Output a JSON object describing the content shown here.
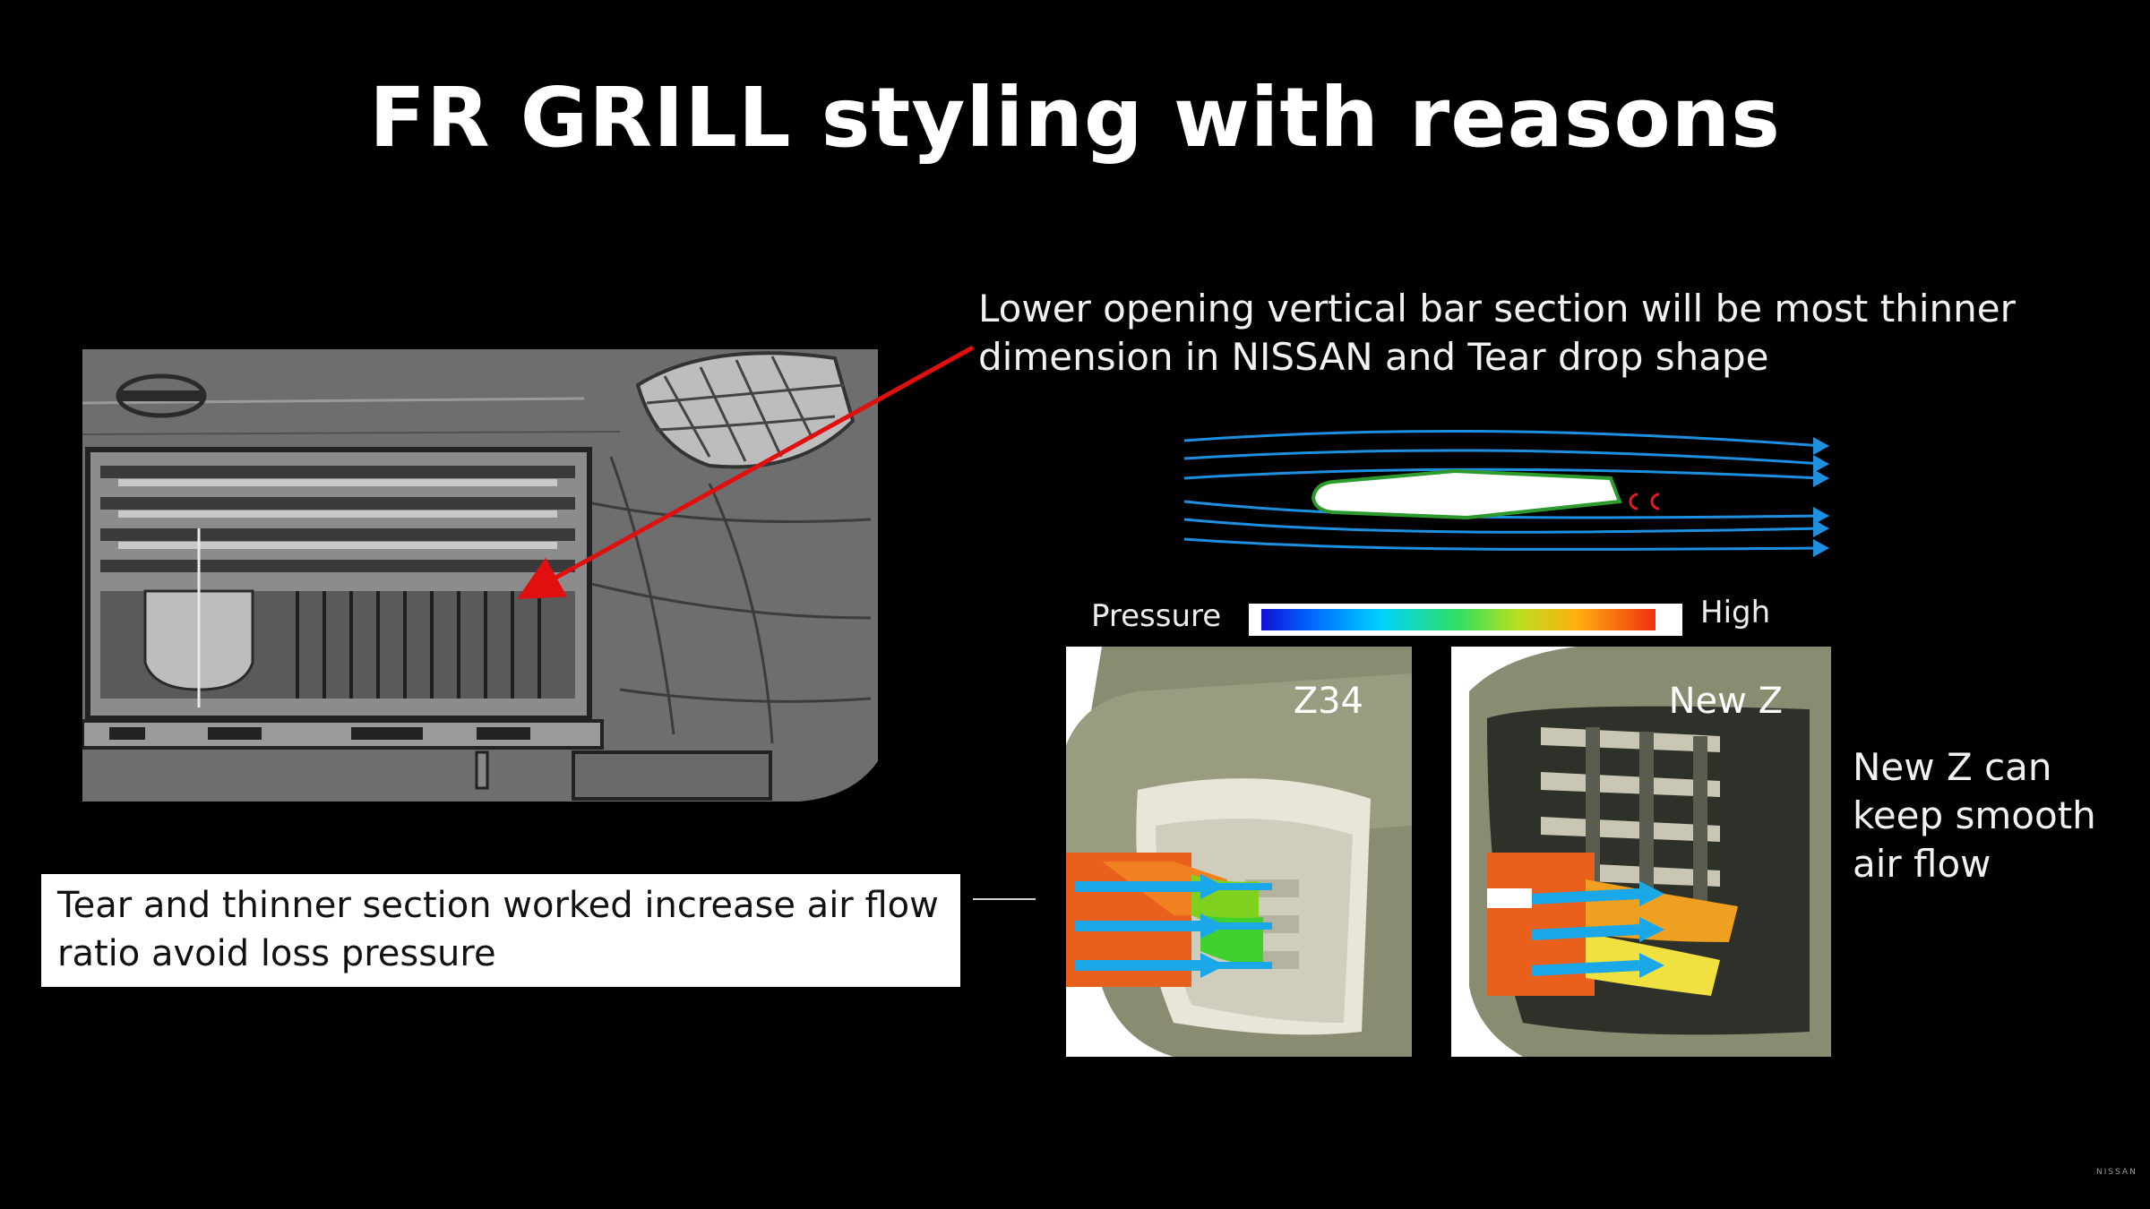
{
  "slide": {
    "title": "FR GRILL styling with reasons",
    "callout_top": "Lower opening vertical bar section will be most thinner dimension in NISSAN and Tear drop shape",
    "pressure_scale": {
      "low_label": "Pressure",
      "high_label": "High"
    },
    "panels": [
      {
        "label": "Z34"
      },
      {
        "label": "New Z"
      }
    ],
    "note_box": "Tear and thinner section worked increase air flow ratio avoid loss pressure",
    "side_note": "New Z can keep smooth air flow",
    "brand": "NISSAN"
  },
  "colors": {
    "background": "#000000",
    "leader_line": "#e01010",
    "streamline": "#1e90e0",
    "airfoil_outline": "#2c9a2c",
    "flow_arrow": "#1aa8e8"
  },
  "icons": [
    "arrow-right-icon",
    "nissan-logo-icon"
  ]
}
